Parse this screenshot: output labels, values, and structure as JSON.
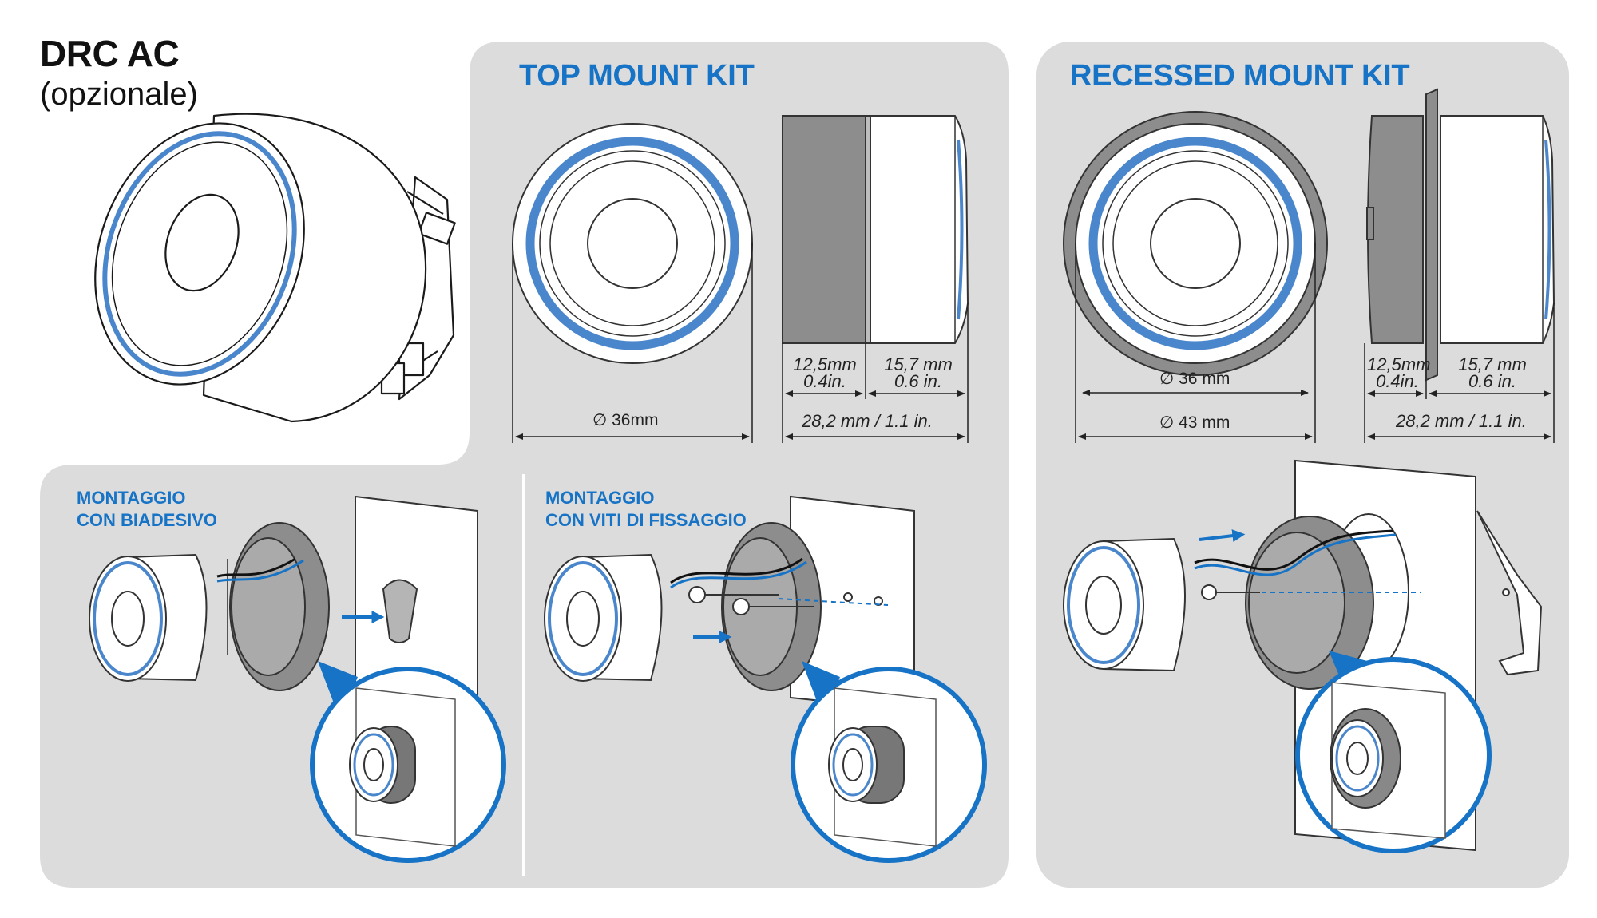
{
  "header": {
    "title": "DRC AC",
    "subtitle": "(opzionale)"
  },
  "top_mount": {
    "title": "TOP MOUNT KIT",
    "diameter_label": "∅ 36mm",
    "depth_back_mm": "12,5mm",
    "depth_back_in": "0.4in.",
    "depth_front_mm": "15,7 mm",
    "depth_front_in": "0.6 in.",
    "total_depth": "28,2 mm / 1.1 in."
  },
  "recessed_mount": {
    "title": "RECESSED MOUNT KIT",
    "inner_diameter_label": "∅ 36 mm",
    "outer_diameter_label": "∅ 43 mm",
    "depth_back_mm": "12,5mm",
    "depth_back_in": "0.4in.",
    "depth_front_mm": "15,7 mm",
    "depth_front_in": "0.6 in.",
    "total_depth": "28,2 mm / 1.1 in."
  },
  "mounting": {
    "adhesive_line1": "MONTAGGIO",
    "adhesive_line2": "CON BIADESIVO",
    "screws_line1": "MONTAGGIO",
    "screws_line2": "CON VITI DI FISSAGGIO"
  },
  "colors": {
    "accent_blue": "#1673c6",
    "ring_blue": "#4a86cc",
    "panel_gray": "#dcdcdc",
    "housing_gray": "#8d8d8d"
  }
}
